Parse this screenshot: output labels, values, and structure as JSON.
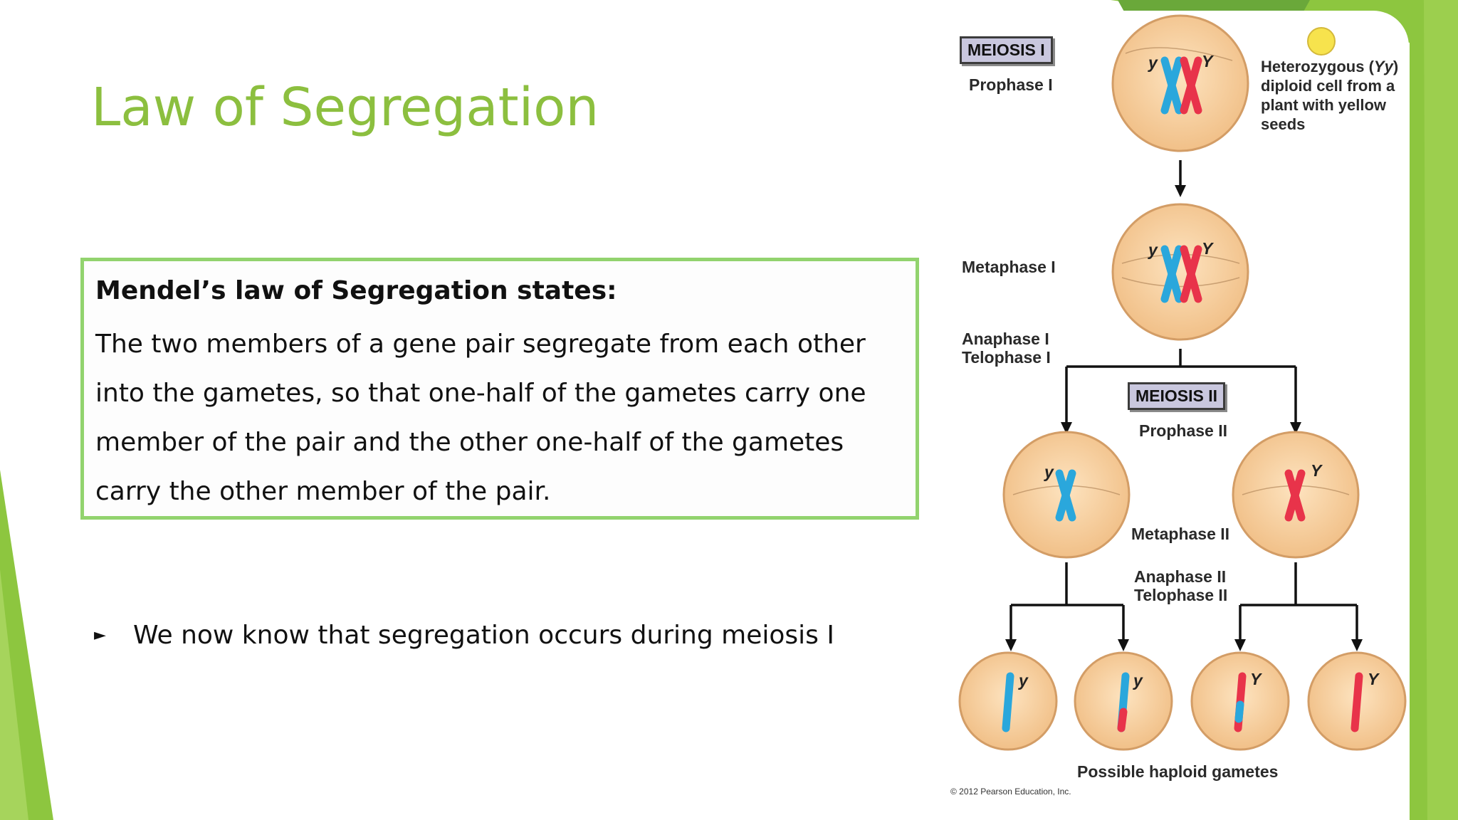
{
  "slide": {
    "title": "Law of Segregation",
    "law_heading": "Mendel’s law of Segregation states:",
    "law_body": "The two members of a gene pair segregate from each other into the gametes, so that one-half of the gametes carry one member of the pair and the other one-half of the gametes carry the other member of the pair.",
    "bullet_icon": "►",
    "bullet_text": "We now know that segregation occurs during meiosis I"
  },
  "figure": {
    "meiosis1_tag": "MEIOSIS I",
    "prophase1": "Prophase I",
    "cell_desc_pre": "Heterozygous (",
    "cell_desc_genotype": "Yy",
    "cell_desc_post": ")",
    "cell_desc_line2": "diploid cell from a",
    "cell_desc_line3": "plant with yellow",
    "cell_desc_line4": "seeds",
    "metaphase1": "Metaphase I",
    "anaphase1": "Anaphase I",
    "telophase1": "Telophase I",
    "meiosis2_tag": "MEIOSIS II",
    "prophase2": "Prophase II",
    "metaphase2": "Metaphase II",
    "anaphase2": "Anaphase II",
    "telophase2": "Telophase II",
    "allele_recessive": "y",
    "allele_dominant": "Y",
    "gametes_caption": "Possible haploid gametes",
    "credit": "© 2012 Pearson Education, Inc."
  },
  "colors": {
    "title_green": "#8cbf3f",
    "box_border": "#92d36e",
    "accent_green": "#8dc63f",
    "cell_fill": "#f6cf9c",
    "chromosome_blue": "#2aa7dc",
    "chromosome_red": "#e8334a",
    "seed_yellow": "#f7e34d"
  }
}
